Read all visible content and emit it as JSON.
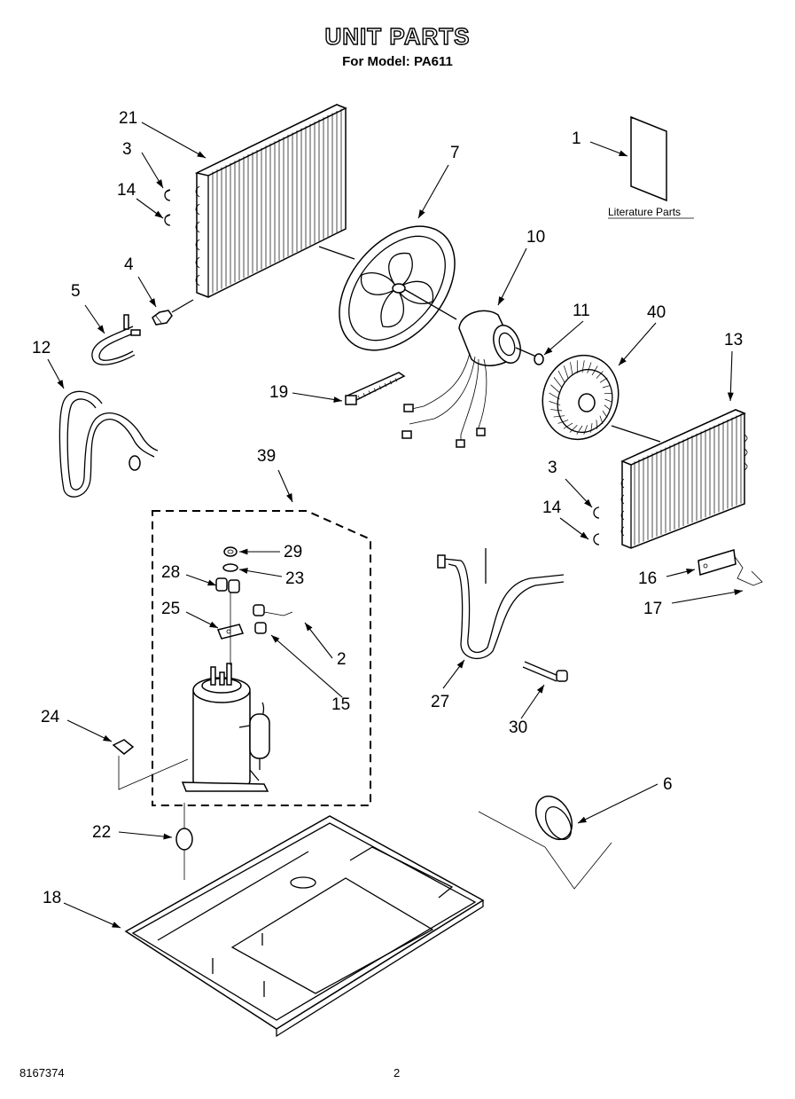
{
  "header": {
    "title": "UNIT PARTS",
    "subtitle": "For Model: PA611"
  },
  "footer": {
    "doc_number": "8167374",
    "page": "2"
  },
  "literature_label": "Literature Parts",
  "callouts": [
    {
      "id": "c1",
      "label": "1"
    },
    {
      "id": "c2",
      "label": "2"
    },
    {
      "id": "c3a",
      "label": "3"
    },
    {
      "id": "c3b",
      "label": "3"
    },
    {
      "id": "c4",
      "label": "4"
    },
    {
      "id": "c5",
      "label": "5"
    },
    {
      "id": "c6",
      "label": "6"
    },
    {
      "id": "c7",
      "label": "7"
    },
    {
      "id": "c10",
      "label": "10"
    },
    {
      "id": "c11",
      "label": "11"
    },
    {
      "id": "c12",
      "label": "12"
    },
    {
      "id": "c13",
      "label": "13"
    },
    {
      "id": "c14a",
      "label": "14"
    },
    {
      "id": "c14b",
      "label": "14"
    },
    {
      "id": "c15",
      "label": "15"
    },
    {
      "id": "c16",
      "label": "16"
    },
    {
      "id": "c17",
      "label": "17"
    },
    {
      "id": "c18",
      "label": "18"
    },
    {
      "id": "c19",
      "label": "19"
    },
    {
      "id": "c21",
      "label": "21"
    },
    {
      "id": "c22",
      "label": "22"
    },
    {
      "id": "c23",
      "label": "23"
    },
    {
      "id": "c24",
      "label": "24"
    },
    {
      "id": "c25",
      "label": "25"
    },
    {
      "id": "c27",
      "label": "27"
    },
    {
      "id": "c28",
      "label": "28"
    },
    {
      "id": "c29",
      "label": "29"
    },
    {
      "id": "c30",
      "label": "30"
    },
    {
      "id": "c39",
      "label": "39"
    },
    {
      "id": "c40",
      "label": "40"
    }
  ]
}
